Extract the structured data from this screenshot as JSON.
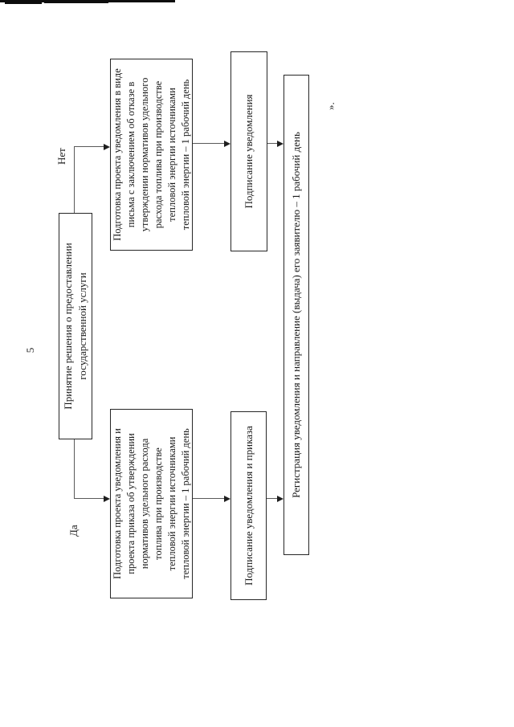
{
  "page": {
    "number": "5",
    "closing_mark": "»."
  },
  "labels": {
    "no": "Нет",
    "yes": "Да"
  },
  "boxes": {
    "decision": "Принятие решения о предоставлении\nгосударственной услуги",
    "refusal": "Подготовка проекта уведомления в виде\nписьма с заключением об отказе в\nутверждении нормативов удельного\nрасхода топлива при производстве\nтепловой энергии источниками\nтепловой энергии – 1 рабочий день",
    "approval": "Подготовка проекта уведомления и\nпроекта приказа об утверждении\nнормативов удельного расхода\nтоплива при производстве\nтепловой энергии источниками\nтепловой энергии – 1 рабочий день",
    "sign_notice": "Подписание уведомления",
    "sign_notice_order": "Подписание уведомления и приказа",
    "registration": "Регистрация уведомления и направление (выдача) его заявителю – 1 рабочий день"
  },
  "colors": {
    "ink": "#1b1b1b",
    "border": "#262626",
    "connector": "#5a5a5a",
    "paper": "#ffffff"
  }
}
